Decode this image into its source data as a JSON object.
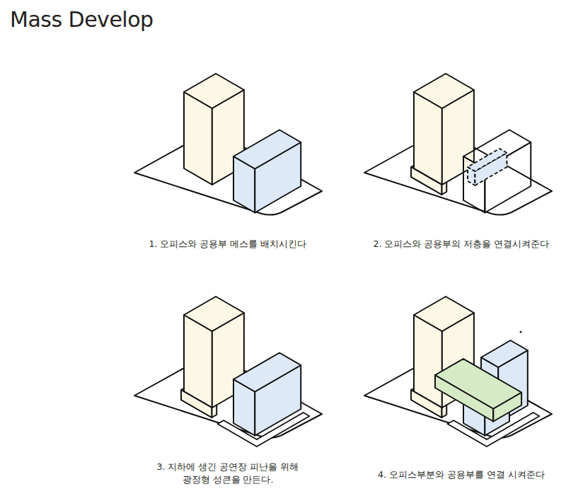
{
  "diagram": {
    "title": "Mass Develop",
    "labels": [
      "1. 오피스와 공용부 메스를 배치시킨다",
      "2. 오피스와 공용부의 저층을 연결시켜준다",
      "3. 지하에 생긴 공연장 피난을 위해 광장형 성큰을 만든다.",
      "4. 오피스부분와 공용부를 연결 시켜준다"
    ]
  }
}
